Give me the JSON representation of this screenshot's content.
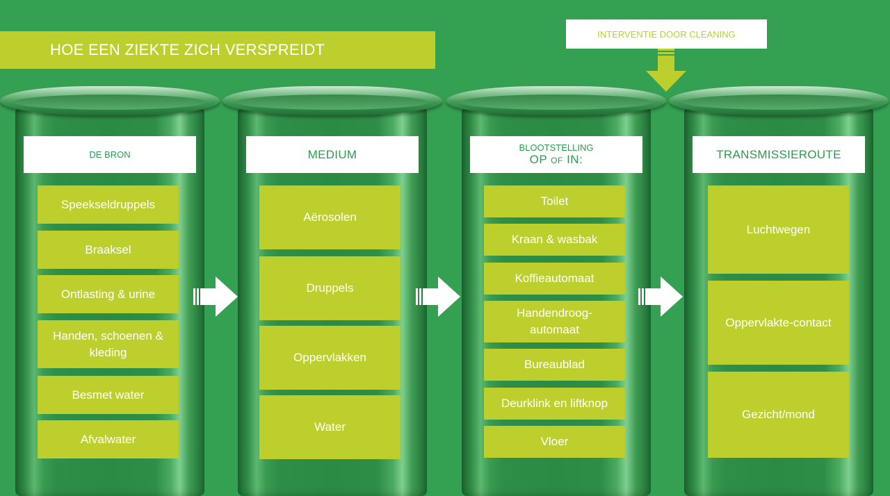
{
  "title": "HOE EEN ZIEKTE ZICH VERSPREIDT",
  "intervention": "INTERVENTIE DOOR CLEANING",
  "columns": [
    {
      "header": "DE BRON",
      "items": [
        "Speekseldruppels",
        "Braaksel",
        "Ontlasting & urine",
        "Handen, schoenen & kleding",
        "Besmet water",
        "Afvalwater"
      ]
    },
    {
      "header": "MEDIUM",
      "items": [
        "Aërosolen",
        "Druppels",
        "Oppervlakken",
        "Water"
      ]
    },
    {
      "header_line1": "BLOOTSTELLING",
      "header_op": "OP",
      "header_of": "OF",
      "header_in": "IN:",
      "items": [
        "Toilet",
        "Kraan & wasbak",
        "Koffieautomaat",
        "Handendroog-automaat",
        "Bureaublad",
        "Deurklink en liftknop",
        "Vloer"
      ]
    },
    {
      "header": "TRANSMISSIEROUTE",
      "items": [
        "Luchtwegen",
        "Oppervlakte-contact",
        "Gezicht/mond"
      ]
    }
  ],
  "colors": {
    "background": "#34a052",
    "accent": "#bccf2d",
    "header_text": "#2c9a4e"
  }
}
